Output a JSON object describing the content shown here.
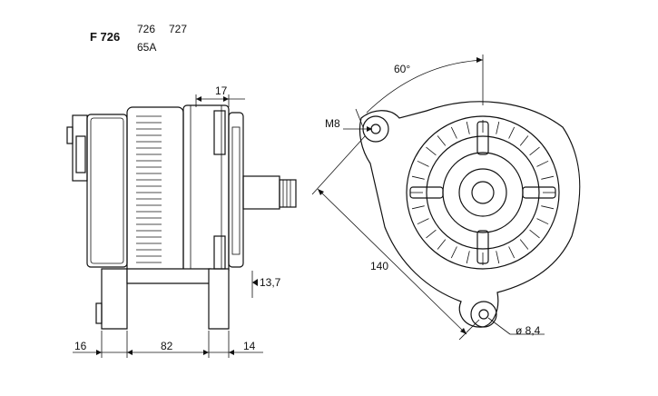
{
  "header": {
    "model_code": "F 726",
    "variant_a": "726",
    "variant_b": "727",
    "rating": "65A"
  },
  "dimensions": {
    "flange_width": "17",
    "offset": "13,7",
    "left_foot": "16",
    "foot_span": "82",
    "right_foot": "14",
    "angle": "60°",
    "thread": "M8",
    "diagonal": "140",
    "hole_diameter": "ø 8,4"
  }
}
